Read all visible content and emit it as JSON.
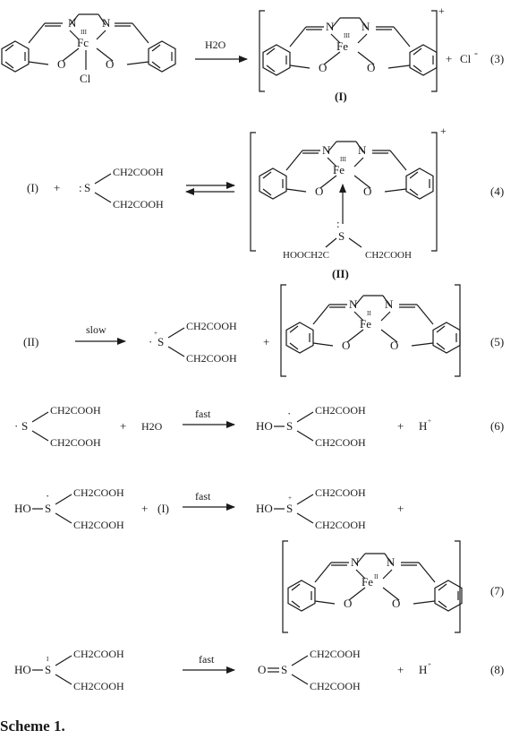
{
  "atoms": {
    "N": "N",
    "O": "O",
    "Fe": "Fe",
    "Fc": "Fc",
    "Cl": "Cl",
    "S": "S",
    "HO": "HO",
    "Cl_anion": "Cl",
    "anion_charge": "-",
    "H_plus": "H",
    "plus": "+",
    "ox_III": "III",
    "ox_II": "II",
    "ox_I": "I"
  },
  "reagents": {
    "H2O": "H2O",
    "ch2cooh": "CH2COOH",
    "hooch2c": "HOOCH2C",
    "one": "(I)",
    "two": "(II)"
  },
  "labels": {
    "compound_I": "(I)",
    "compound_II": "(II)",
    "slow": "slow",
    "fast": "fast",
    "scheme": "Scheme 1."
  },
  "equations": [
    "(3)",
    "(4)",
    "(5)",
    "(6)",
    "(7)",
    "(8)"
  ]
}
